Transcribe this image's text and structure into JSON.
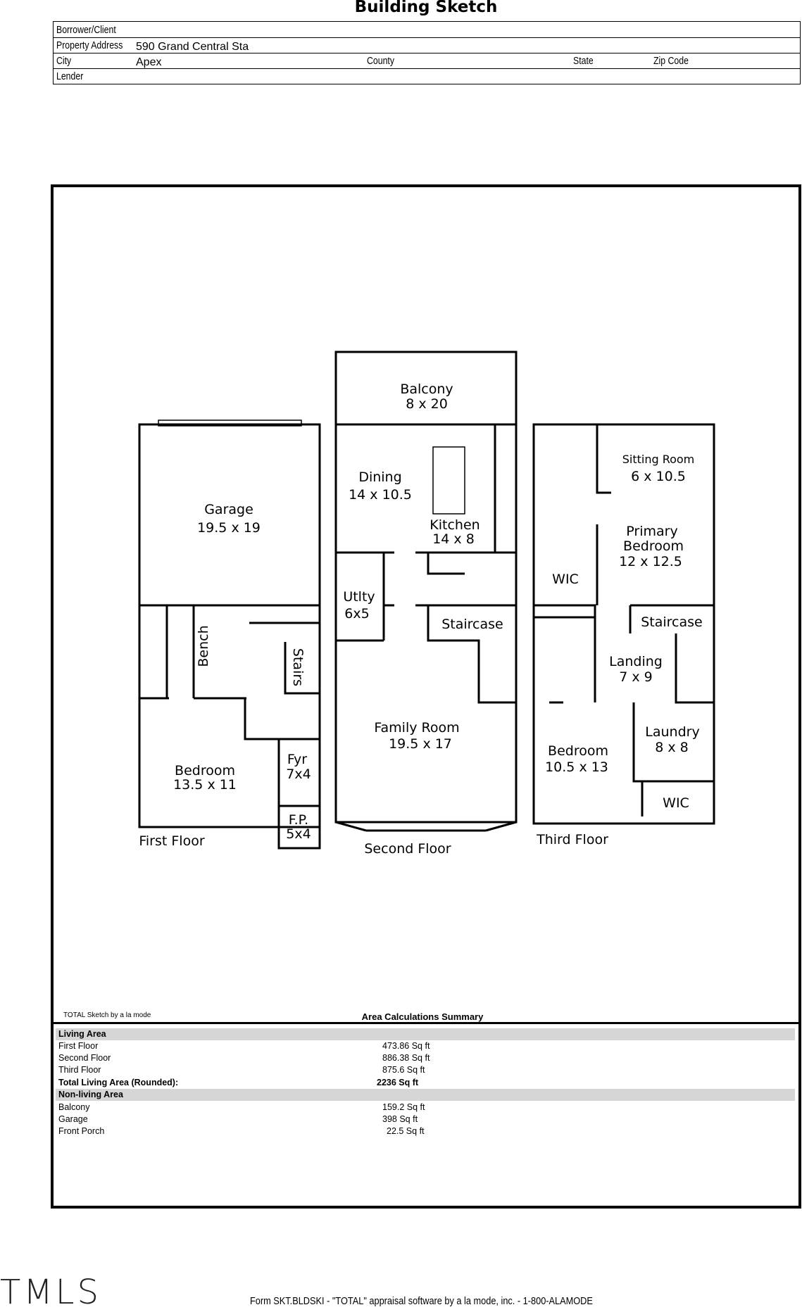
{
  "header": {
    "title": "Building Sketch",
    "borrower_label": "Borrower/Client",
    "address_label": "Property Address",
    "address_value": "590 Grand Central Sta",
    "city_label": "City",
    "city_value": "Apex",
    "county_label": "County",
    "state_label": "State",
    "zip_label": "Zip Code",
    "lender_label": "Lender"
  },
  "rooms": {
    "balcony": "Balcony",
    "balcony_dim": "8 x 20",
    "garage": "Garage",
    "garage_dim": "19.5 x 19",
    "dining": "Dining",
    "dining_dim": "14 x 10.5",
    "kitchen": "Kitchen",
    "kitchen_dim": "14 x 8",
    "sitting": "Sitting Room",
    "sitting_dim": "6 x 10.5",
    "primary1": "Primary",
    "primary2": "Bedroom",
    "primary_dim": "12 x 12.5",
    "wic": "WIC",
    "utlty": "Utlty",
    "utlty_dim": "6x5",
    "staircase2": "Staircase",
    "staircase3": "Staircase",
    "bench": "Bench",
    "stairs": "Stairs",
    "landing": "Landing",
    "landing_dim": "7 x 9",
    "family": "Family Room",
    "family_dim": "19.5 x 17",
    "laundry": "Laundry",
    "laundry_dim": "8 x 8",
    "bedroom1": "Bedroom",
    "bedroom1_dim": "13.5 x 11",
    "fyr": "Fyr",
    "fyr_dim": "7x4",
    "bedroom3": "Bedroom",
    "bedroom3_dim": "10.5 x 13",
    "wic2": "WIC",
    "fp": "F.P.",
    "fp_dim": "5x4",
    "first_floor": "First Floor",
    "second_floor": "Second Floor",
    "third_floor": "Third Floor"
  },
  "summary": {
    "sketch_credit": "TOTAL Sketch by a la mode",
    "heading": "Area Calculations Summary",
    "living_heading": "Living Area",
    "living": [
      {
        "name": "First Floor",
        "value": "473.86 Sq ft"
      },
      {
        "name": "Second Floor",
        "value": "886.38 Sq ft"
      },
      {
        "name": "Third Floor",
        "value": "875.6 Sq ft"
      }
    ],
    "total_label": "Total Living Area (Rounded):",
    "total_value": "2236 Sq ft",
    "nonliving_heading": "Non-living Area",
    "nonliving": [
      {
        "name": "Balcony",
        "value": "159.2 Sq ft"
      },
      {
        "name": "Garage",
        "value": "398 Sq ft"
      },
      {
        "name": "Front Porch",
        "value": "22.5 Sq ft"
      }
    ]
  },
  "footer": {
    "form_text": "Form SKT.BLDSKI - \"TOTAL\" appraisal software by a la mode, inc. - 1-800-ALAMODE",
    "logo_text": "TMLS"
  }
}
